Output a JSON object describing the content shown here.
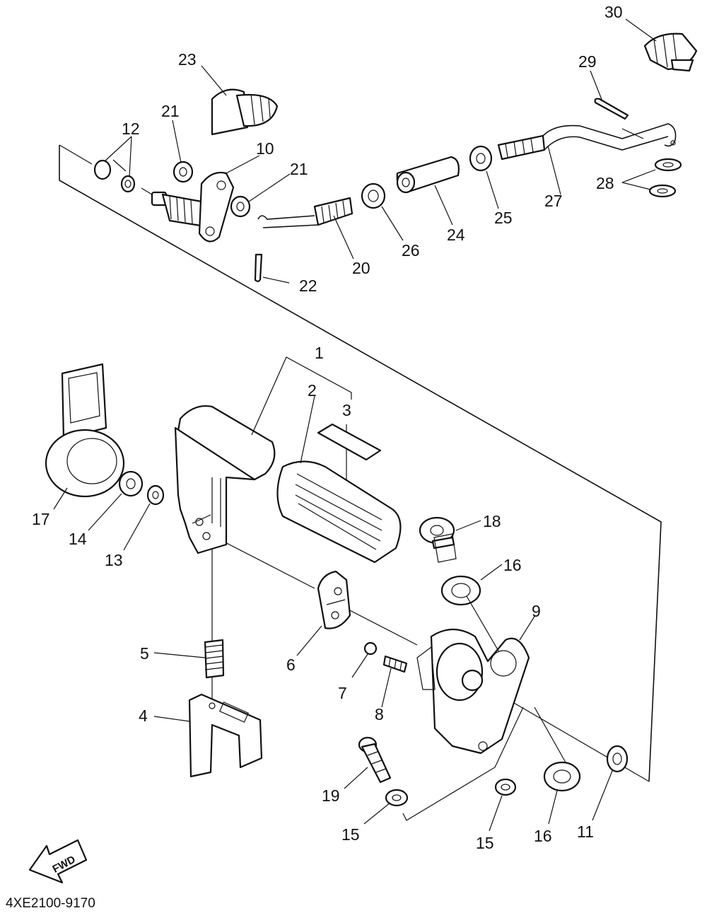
{
  "diagram_code": "4XE2100-9170",
  "fwd_label": "FWD",
  "callouts": [
    "1",
    "2",
    "3",
    "4",
    "5",
    "6",
    "7",
    "8",
    "9",
    "10",
    "11",
    "12",
    "13",
    "14",
    "15",
    "15",
    "16",
    "16",
    "17",
    "18",
    "19",
    "20",
    "21",
    "21",
    "22",
    "23",
    "24",
    "25",
    "26",
    "27",
    "28",
    "29",
    "30"
  ]
}
